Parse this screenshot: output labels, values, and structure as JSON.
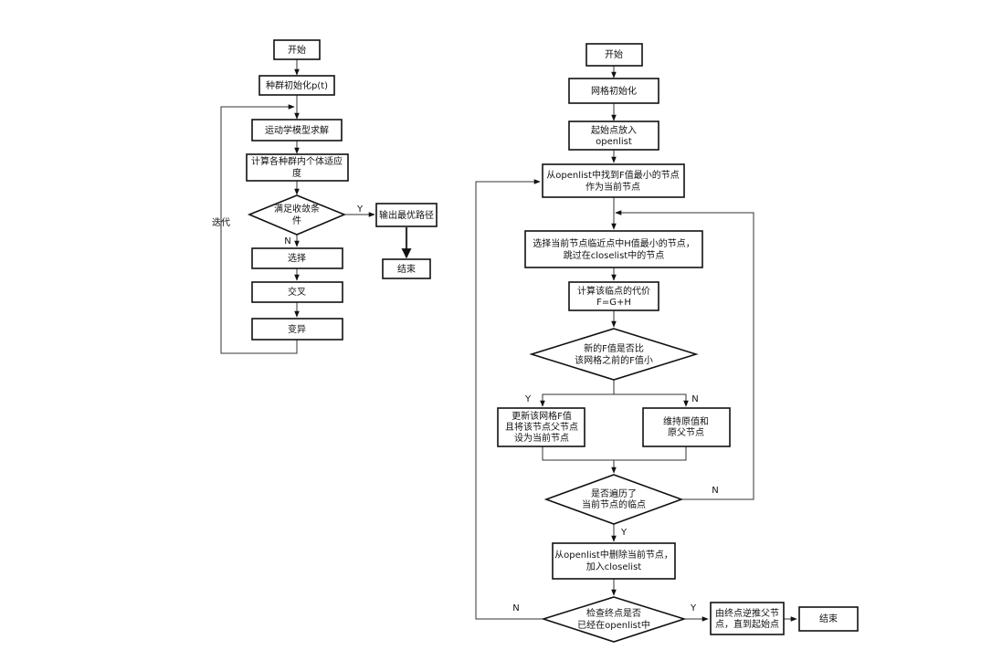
{
  "left_flow": {
    "start": "开始",
    "init": "种群初始化p(t)",
    "kinematics": "运动学模型求解",
    "fitness": [
      "计算各种群内个体适应",
      "度"
    ],
    "condition": [
      "满足收敛条",
      "件"
    ],
    "output": "输出最优路径",
    "end": "结束",
    "select": "选择",
    "crossover": "交叉",
    "mutation": "变异",
    "iterate": "迭代",
    "label_y": "Y",
    "label_n": "N"
  },
  "right_flow": {
    "start": "开始",
    "grid_init": "网格初始化",
    "add_start": [
      "起始点放入",
      "openlist"
    ],
    "find_min": [
      "从openlist中找到F值最小的节点",
      "作为当前节点"
    ],
    "select_neighbor": [
      "选择当前节点临近点中H值最小的节点，",
      "跳过在closelist中的节点"
    ],
    "calc_cost": [
      "计算该临点的代价",
      "F=G+H"
    ],
    "compare": [
      "新的F值是否比",
      "该网格之前的F值小"
    ],
    "update": [
      "更新该网格F值",
      "且将该节点父节点",
      "设为当前节点"
    ],
    "keep": [
      "维持原值和",
      "原父节点"
    ],
    "traversed": [
      "是否遍历了",
      "当前节点的临点"
    ],
    "move_closed": [
      "从openlist中删除当前节点，",
      "加入closelist"
    ],
    "check_end": [
      "检查终点是否",
      "已经在openlist中"
    ],
    "backtrack": [
      "由终点逆推父节",
      "点，直到起始点"
    ],
    "end": "结束",
    "label_y1": "Y",
    "label_n1": "N",
    "label_n2": "N",
    "label_y2": "Y",
    "label_n3": "N",
    "label_y3": "Y"
  }
}
